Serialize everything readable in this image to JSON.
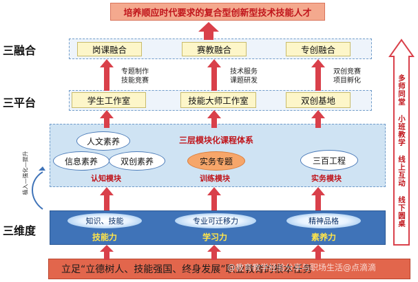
{
  "top_goal": "培养顺应时代要求的复合型创新型技术技能人才",
  "rows": {
    "fusion": "三融合",
    "platform": "三平台",
    "dimension": "三维度"
  },
  "fusion_items": [
    "岗课融合",
    "赛教融合",
    "专创融合"
  ],
  "platform_items": [
    "学生工作室",
    "技能大师工作室",
    "双创基地"
  ],
  "notes": [
    {
      "line1": "专题制作",
      "line2": "技能竞赛"
    },
    {
      "line1": "技术服务",
      "line2": "课题研发"
    },
    {
      "line1": "双创竞赛",
      "line2": "项目孵化"
    }
  ],
  "course_system": {
    "title": "三层模块化课程体系",
    "cognition_items": [
      "人文素养",
      "信息素养",
      "双创素养"
    ],
    "training_item": "实务专题",
    "practice_item": "三百工程",
    "modules": [
      "认知模块",
      "训练模块",
      "实务模块"
    ]
  },
  "left_text": "植入—强化—提升",
  "dimensions": [
    {
      "item": "知识、技能",
      "label": "技能力"
    },
    {
      "item": "专业可迁移力",
      "label": "学习力"
    },
    {
      "item": "精神品格",
      "label": "素养力"
    }
  ],
  "side_text": "多师同堂 小班教学 线上互动 线下圆桌",
  "bottom_banner": "立足“立德树人、技能强国、终身发展”职业教育的根本任务",
  "watermark": "@教育教学经验分享与职场生活@点滴滴",
  "colors": {
    "accent_red": "#c0151b",
    "arrow_red": "#d9404a",
    "band_blue": "#3f73b8",
    "yellow_box": "#fdf6c9"
  }
}
